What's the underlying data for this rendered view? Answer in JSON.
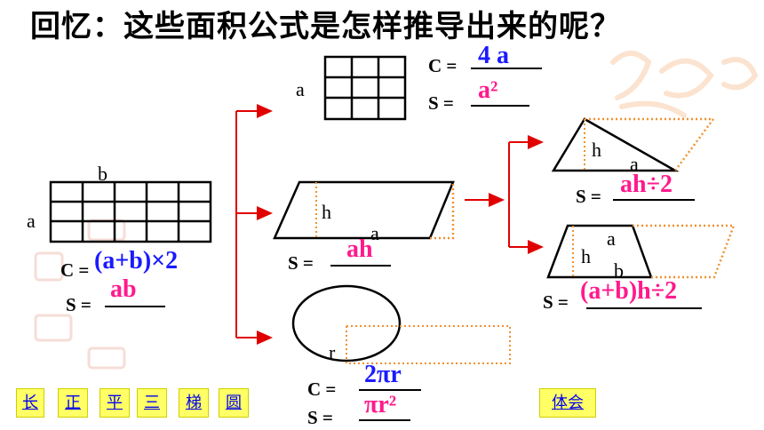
{
  "title": "回忆：这些面积公式是怎样推导出来的呢？",
  "square": {
    "side_label": "a",
    "c_label": "C =",
    "c_value": "4 a",
    "s_label": "S =",
    "s_value": "a²"
  },
  "rectangle": {
    "length_label": "b",
    "width_label": "a",
    "c_label": "C =",
    "c_value": "(a+b)×2",
    "s_label": "S =",
    "s_value": "ab"
  },
  "parallelogram": {
    "height_label": "h",
    "base_label": "a",
    "s_label": "S =",
    "s_value": "ah"
  },
  "circle": {
    "radius_label": "r",
    "c_label": "C =",
    "c_value": "2πr",
    "s_label": "S =",
    "s_value": "πr²"
  },
  "triangle": {
    "height_label": "h",
    "base_label": "a",
    "s_label": "S =",
    "s_value": "ah÷2"
  },
  "trapezoid": {
    "top_label": "a",
    "height_label": "h",
    "bottom_label": "b",
    "s_label": "S =",
    "s_value": "(a+b)h÷2"
  },
  "nav": {
    "buttons": [
      "长",
      "正",
      "平",
      "三",
      "梯",
      "圆"
    ],
    "reflect": "体会"
  },
  "colors": {
    "arrow": "#e00000",
    "dotted": "#f09030",
    "nav_bg": "#ffff66",
    "blue": "#1a1aff",
    "pink": "#ff1a8c"
  }
}
